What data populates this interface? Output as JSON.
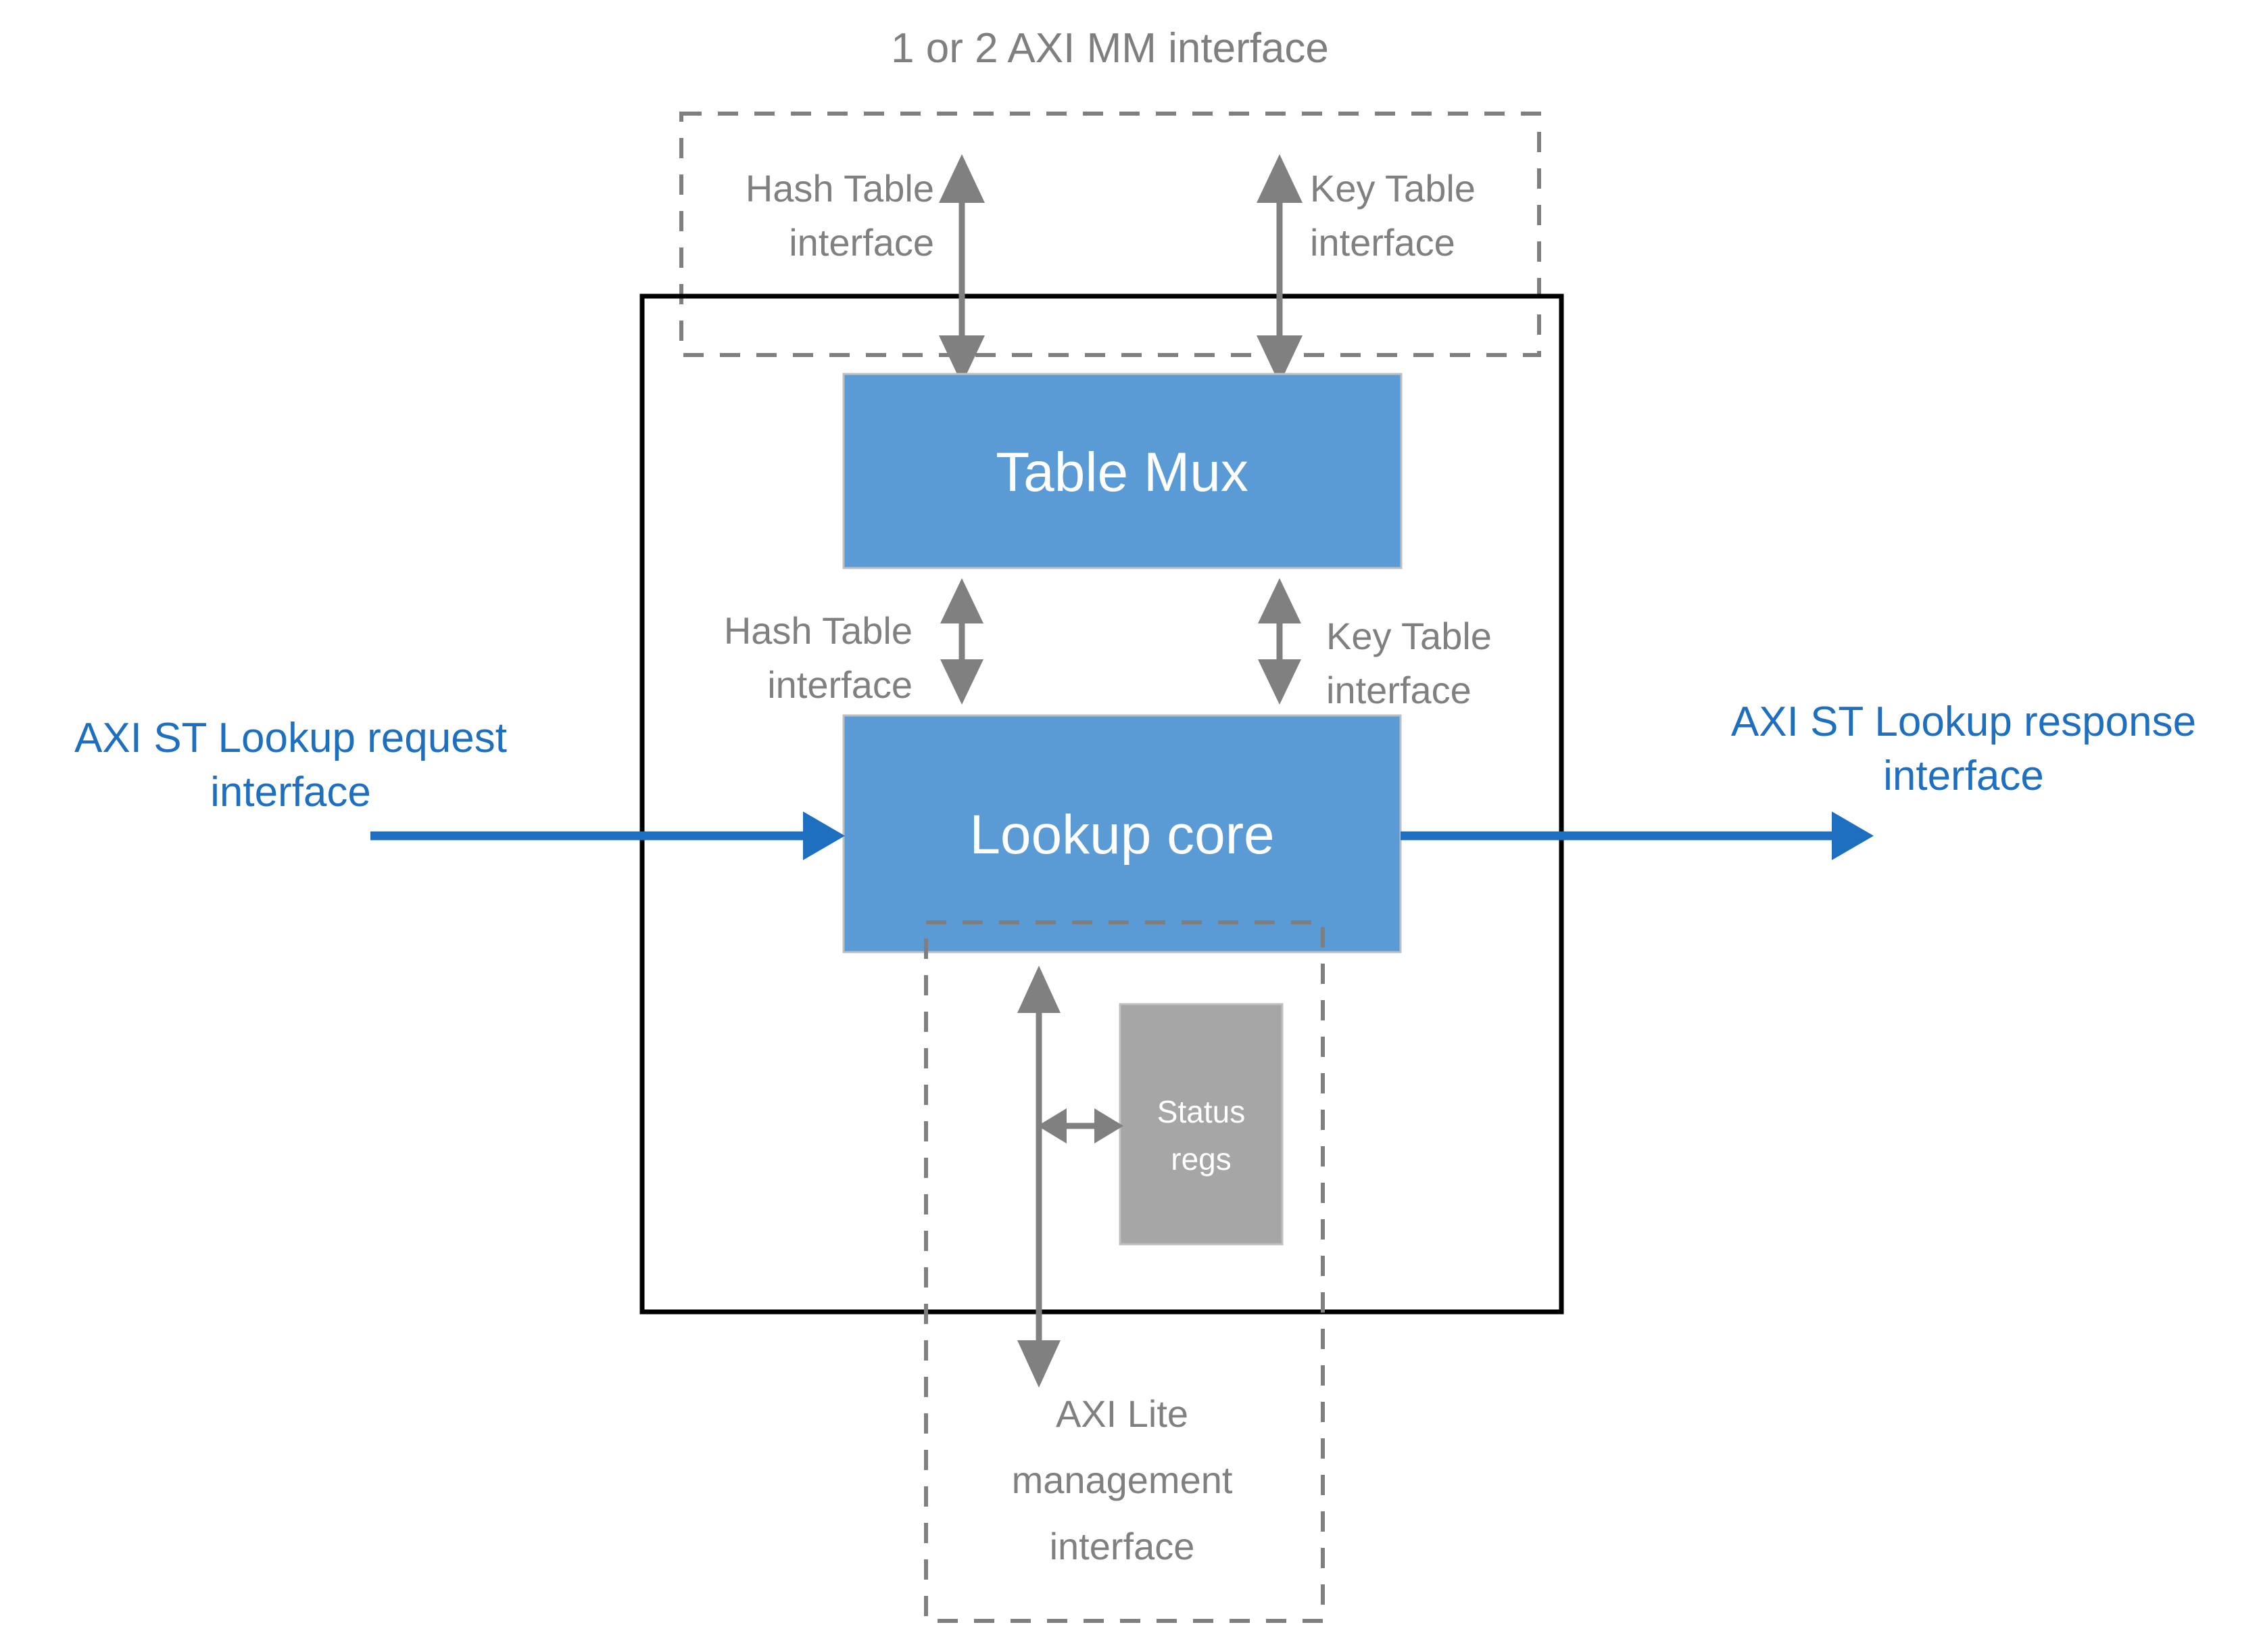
{
  "diagram": {
    "title": "1 or 2 AXI MM interface",
    "boxes": {
      "table_mux": "Table Mux",
      "lookup_core": "Lookup core",
      "status_regs_line1": "Status",
      "status_regs_line2": "regs"
    },
    "labels": {
      "hash_table_top_line1": "Hash Table",
      "hash_table_top_line2": "interface",
      "key_table_top_line1": "Key Table",
      "key_table_top_line2": "interface",
      "hash_table_mid_line1": "Hash Table",
      "hash_table_mid_line2": "interface",
      "key_table_mid_line1": "Key Table",
      "key_table_mid_line2": "interface",
      "axi_st_request_line1": "AXI ST Lookup request",
      "axi_st_request_line2": "interface",
      "axi_st_response_line1": "AXI ST Lookup response",
      "axi_st_response_line2": "interface",
      "axi_lite_line1": "AXI Lite",
      "axi_lite_line2": "management",
      "axi_lite_line3": "interface"
    },
    "colors": {
      "block_blue": "#5B9BD5",
      "status_gray": "#A6A6A6",
      "label_gray": "#808080",
      "accent_blue": "#1F6FC0",
      "outline_black": "#000000",
      "dashed_gray": "#7F7F7F",
      "box_text_white": "#FFFFFF",
      "background": "#FFFFFF"
    }
  }
}
